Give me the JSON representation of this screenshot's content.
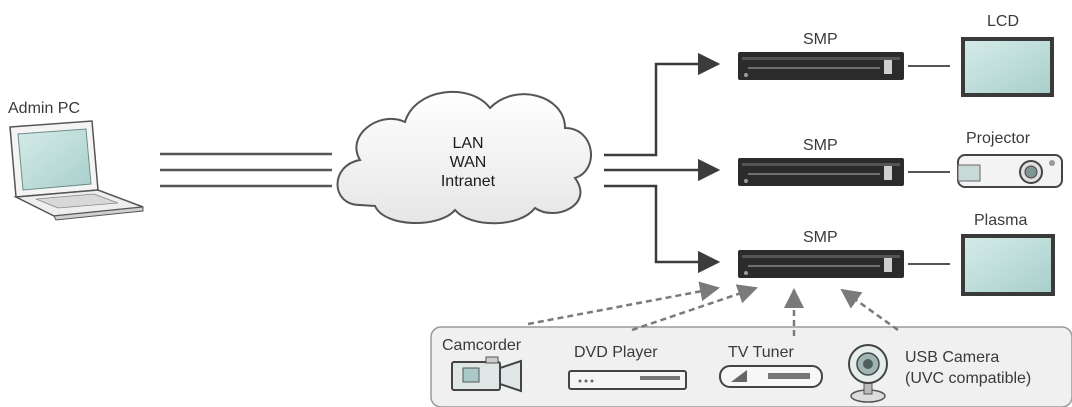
{
  "admin": {
    "label": "Admin PC"
  },
  "cloud": {
    "lines": [
      "LAN",
      "WAN",
      "Intranet"
    ]
  },
  "smps": [
    {
      "label": "SMP",
      "display": "LCD"
    },
    {
      "label": "SMP",
      "display": "Projector"
    },
    {
      "label": "SMP",
      "display": "Plasma"
    }
  ],
  "sources": [
    {
      "label": "Camcorder",
      "icon": "camcorder-icon"
    },
    {
      "label": "DVD Player",
      "icon": "dvd-player-icon"
    },
    {
      "label": "TV Tuner",
      "icon": "tv-tuner-icon"
    },
    {
      "label": "USB Camera",
      "sublabel": "(UVC compatible)",
      "icon": "usb-camera-icon"
    }
  ],
  "colors": {
    "line": "#3c3c3c",
    "dashed": "#7a7a7a",
    "device": "#2b2b2b",
    "screen": "#b9d9d6",
    "cloud_fill": "#f2f2f2"
  }
}
